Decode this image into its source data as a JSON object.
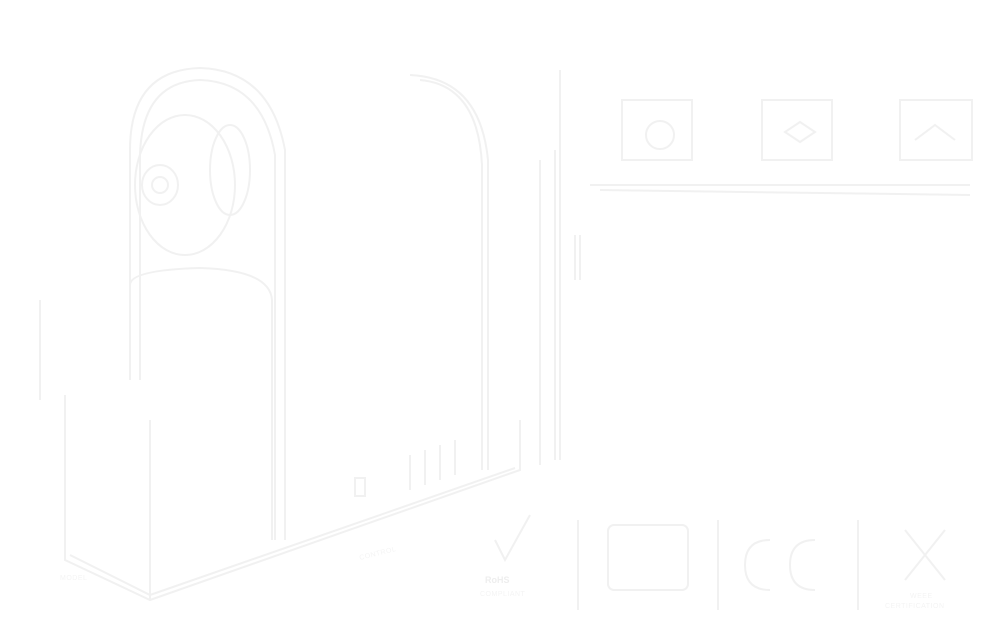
{
  "image": {
    "background": "#ffffff",
    "line_color": "#f1f1f1"
  },
  "certifications": {
    "rohs_logo_text": "RoHS",
    "rohs_sub_text": "COMPLIANT",
    "weee_text": "WEEE",
    "weee_sub_text": "CERTIFICATION"
  },
  "icons": [
    "camera-device-icon",
    "connectivity-icon",
    "touch-icon",
    "network-icon",
    "rohs-icon",
    "fcc-icon",
    "ce-icon",
    "weee-icon"
  ]
}
